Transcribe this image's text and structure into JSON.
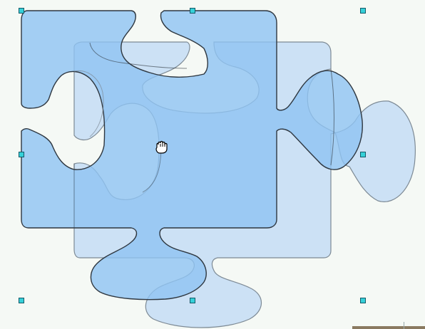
{
  "canvas": {
    "background": "#f5f9f5",
    "selection_handle_color": "#35d0d8"
  },
  "pieces": [
    {
      "name": "puzzle-piece-back",
      "fill": "#bcd9f4",
      "stroke": "#7a8a96",
      "opacity": 0.85
    },
    {
      "name": "puzzle-piece-front",
      "fill": "#8cc2f2",
      "stroke": "#303a44",
      "opacity": 0.8
    }
  ],
  "cursor": {
    "icon": "grab-hand-icon"
  }
}
